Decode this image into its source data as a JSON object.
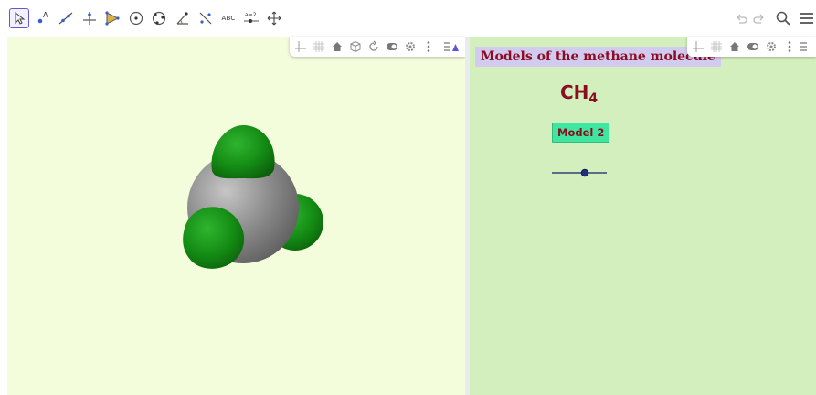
{
  "toolbar": {
    "tools": [
      {
        "name": "move-tool",
        "selected": true
      },
      {
        "name": "point-tool"
      },
      {
        "name": "line-tool"
      },
      {
        "name": "perpendicular-line-tool"
      },
      {
        "name": "polygon-tool"
      },
      {
        "name": "circle-tool"
      },
      {
        "name": "circle-through-points-tool"
      },
      {
        "name": "angle-tool"
      },
      {
        "name": "reflect-tool"
      },
      {
        "name": "text-tool",
        "label": "ABC"
      },
      {
        "name": "slider-tool",
        "label": "a=2"
      },
      {
        "name": "move-graphics-view-tool"
      }
    ],
    "right": [
      "undo-icon",
      "redo-icon",
      "search-icon",
      "menu-icon"
    ]
  },
  "graphics3d": {
    "background": "#f3fcdb",
    "style_bar": [
      "axes-icon",
      "grid-icon",
      "home-icon",
      "view-cube-icon",
      "rotate-icon",
      "toggle-icon",
      "gear-icon",
      "more-icon",
      "style-bar-toggle-icon"
    ]
  },
  "graphics2d": {
    "background": "#d3efbd",
    "title": "Models of the methane molecule",
    "formula_main": "CH",
    "formula_sub": "4",
    "model_label": "Model 2",
    "slider_value": 0.6,
    "style_bar": [
      "axes-icon",
      "grid-icon",
      "home-icon",
      "toggle-icon",
      "gear-icon",
      "more-icon",
      "style-bar-toggle-icon"
    ]
  },
  "colors": {
    "carbon": "#8a8a8a",
    "hydrogen": "#1a8c1a",
    "title_text": "#8b0d22",
    "title_bg": "#d2cbf0",
    "badge_bg": "#3ee6a0",
    "accent": "#6557d2"
  }
}
